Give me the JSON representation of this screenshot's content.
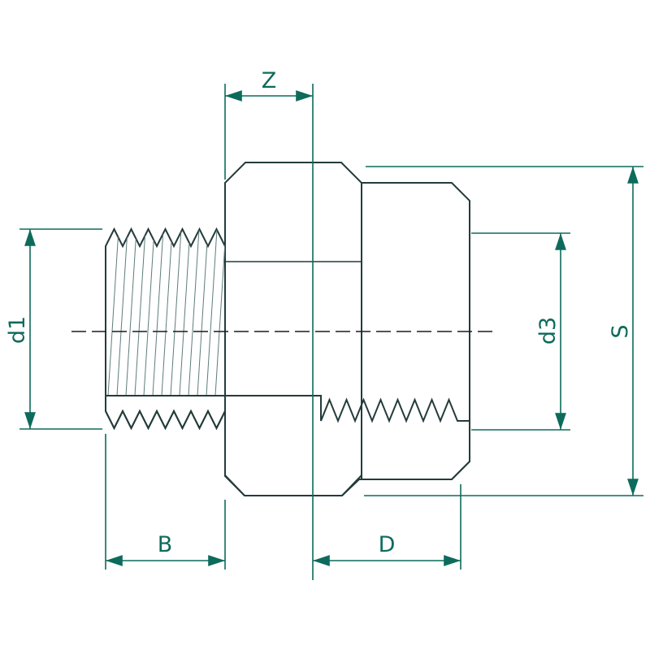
{
  "labels": {
    "z": "Z",
    "d1": "d1",
    "d3": "d3",
    "s": "S",
    "b": "B",
    "d": "D"
  },
  "colors": {
    "dimension": "#0d6b5b",
    "body_fill": "#91a8aa",
    "section_fill": "#cfdddd",
    "hatch_line": "#44625f",
    "outline": "#243b3b",
    "centerline": "#1c1c1c",
    "background": "#ffffff"
  }
}
